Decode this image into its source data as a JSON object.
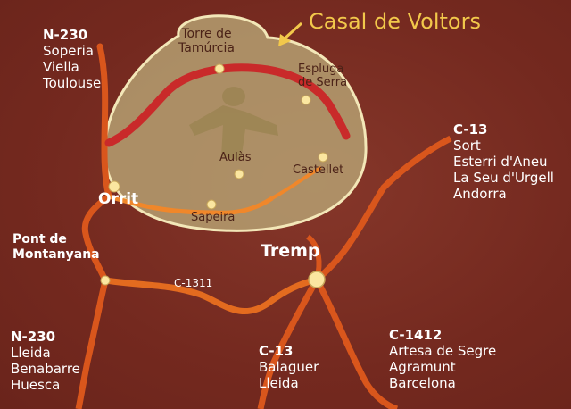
{
  "title": "Casal de Voltors",
  "colors": {
    "background": "#7a2f23",
    "region": "#b7a474",
    "main_road": "#c92a2a",
    "secondary_road": "#e36b1f",
    "label": "#ffffff",
    "title": "#f2c84b",
    "place_dot": "#fbe6a0"
  },
  "places": {
    "torre_line1": "Torre de",
    "torre_line2": "Tamúrcia",
    "espluga_line1": "Espluga",
    "espluga_line2": "de Serra",
    "aulas": "Aulàs",
    "castellet": "Castellet",
    "sapeira": "Sapeira",
    "orrit": "Orrit",
    "pont_line1": "Pont de",
    "pont_line2": "Montanyana",
    "tremp": "Tremp"
  },
  "roads": {
    "c1311": "C-1311",
    "nw": {
      "code": "N-230",
      "dest1": "Soperia",
      "dest2": "Viella",
      "dest3": "Toulouse"
    },
    "ne": {
      "code": "C-13",
      "dest1": "Sort",
      "dest2": "Esterri d'Aneu",
      "dest3": "La Seu d'Urgell",
      "dest4": "Andorra"
    },
    "sw": {
      "code": "N-230",
      "dest1": "Lleida",
      "dest2": "Benabarre",
      "dest3": "Huesca"
    },
    "s": {
      "code": "C-13",
      "dest1": "Balaguer",
      "dest2": "Lleida"
    },
    "se": {
      "code": "C-1412",
      "dest1": "Artesa de Segre",
      "dest2": "Agramunt",
      "dest3": "Barcelona"
    }
  }
}
